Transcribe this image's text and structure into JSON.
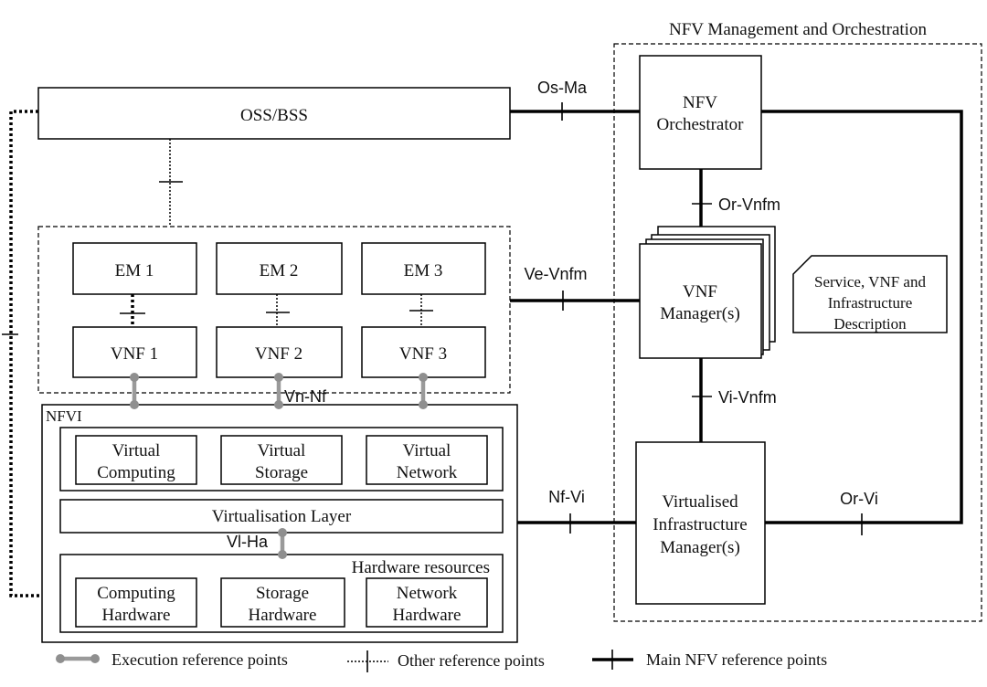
{
  "mano": {
    "title": "NFV Management and Orchestration"
  },
  "oss": {
    "label": "OSS/BSS"
  },
  "orchestrator": {
    "line1": "NFV",
    "line2": "Orchestrator"
  },
  "vnfm": {
    "line1": "VNF",
    "line2": "Manager(s)"
  },
  "vim": {
    "line1": "Virtualised",
    "line2": "Infrastructure",
    "line3": "Manager(s)"
  },
  "description": {
    "line1": "Service, VNF and",
    "line2": "Infrastructure",
    "line3": "Description"
  },
  "ems": [
    "EM 1",
    "EM 2",
    "EM 3"
  ],
  "vnfs": [
    "VNF 1",
    "VNF 2",
    "VNF 3"
  ],
  "nfvi": {
    "title": "NFVI",
    "virtual": [
      {
        "line1": "Virtual",
        "line2": "Computing"
      },
      {
        "line1": "Virtual",
        "line2": "Storage"
      },
      {
        "line1": "Virtual",
        "line2": "Network"
      }
    ],
    "virt_layer": "Virtualisation Layer",
    "hw_title": "Hardware resources",
    "hardware": [
      {
        "line1": "Computing",
        "line2": "Hardware"
      },
      {
        "line1": "Storage",
        "line2": "Hardware"
      },
      {
        "line1": "Network",
        "line2": "Hardware"
      }
    ]
  },
  "refpoints": {
    "os_ma": "Os-Ma",
    "or_vnfm": "Or-Vnfm",
    "ve_vnfm": "Ve-Vnfm",
    "vi_vnfm": "Vi-Vnfm",
    "nf_vi": "Nf-Vi",
    "or_vi": "Or-Vi",
    "vn_nf": "Vn-Nf",
    "vl_ha": "Vl-Ha"
  },
  "legend": {
    "execution": "Execution reference points",
    "other": "Other reference points",
    "main": "Main NFV reference points"
  }
}
